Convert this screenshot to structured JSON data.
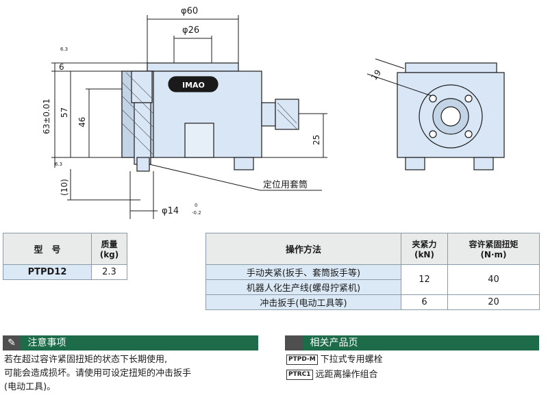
{
  "dimensions": {
    "phi60": "φ60",
    "phi26": "φ26",
    "h6": "6",
    "h63": "63±0.01",
    "h57": "57",
    "h46": "46",
    "h10": "(10)",
    "h25": "25",
    "h19": "19",
    "phi14": "φ14",
    "phi14_tol_top": "0",
    "phi14_tol_bot": "-0.2",
    "surface_mark": "6.3",
    "logo": "IMAO",
    "callout": "定位用套筒"
  },
  "mass_table": {
    "header_model": "型　号",
    "header_mass": "质量\n(kg)",
    "model": "PTPD12",
    "mass": "2.3"
  },
  "op_table": {
    "header_method": "操作方法",
    "header_force": "夹紧力\n(kN)",
    "header_torque": "容许紧固扭矩\n(N·m)",
    "rows": [
      {
        "method": "手动夹紧(扳手、套筒扳手等)"
      },
      {
        "method": "机器人化生产线(螺母拧紧机)"
      },
      {
        "method": "冲击扳手(电动工具等)"
      }
    ],
    "force_1": "12",
    "torque_1": "40",
    "force_2": "6",
    "torque_2": "20"
  },
  "notes": {
    "title": "注意事项",
    "line1": "若在超过容许紧固扭矩的状态下长期使用,",
    "line2": "可能会造成损坏。请使用可设定扭矩的冲击扳手",
    "line3": "(电动工具)。"
  },
  "related": {
    "title": "相关产品页",
    "items": [
      {
        "code": "PTPD-M",
        "label": "下拉式专用螺栓"
      },
      {
        "code": "PTRC1",
        "label": "远距离操作组合"
      }
    ]
  },
  "colors": {
    "part_fill": "#d8e6f5",
    "header_green": "#1d6b48",
    "table_highlight": "#dbe9f6"
  }
}
